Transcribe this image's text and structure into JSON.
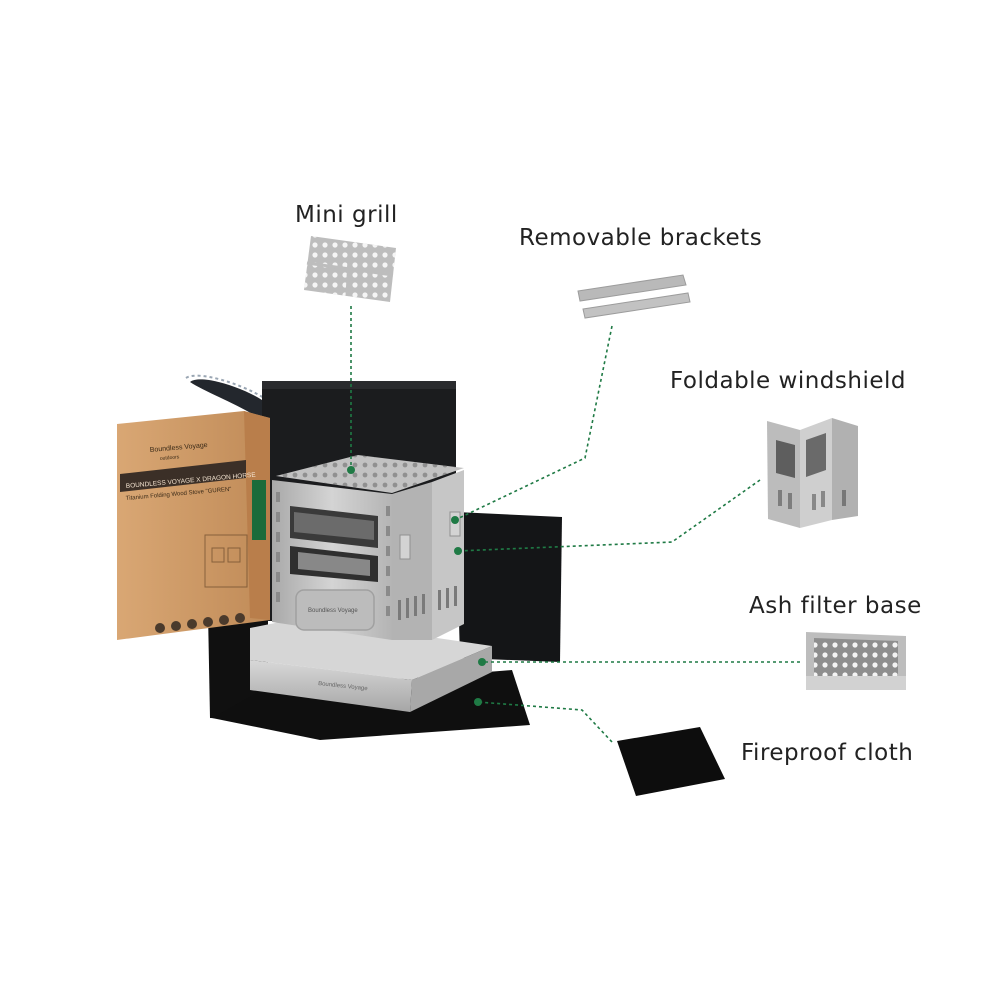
{
  "labels": {
    "mini_grill": "Mini grill",
    "removable_brackets": "Removable brackets",
    "foldable_windshield": "Foldable windshield",
    "ash_filter_base": "Ash filter base",
    "fireproof_cloth": "Fireproof cloth"
  },
  "box": {
    "brand": "Boundless Voyage",
    "brand_sub": "outdoors",
    "line1": "BOUNDLESS VOYAGE X DRAGON HORSE",
    "line2": "Titanium Folding Wood Stove \"GUREN\""
  },
  "stove": {
    "logo_text": "Boundless Voyage"
  },
  "colors": {
    "leader": "#1f7a45",
    "titanium": "#c9c9c9",
    "cardboard": "#d4a372",
    "bag": "#1b1c1e"
  }
}
